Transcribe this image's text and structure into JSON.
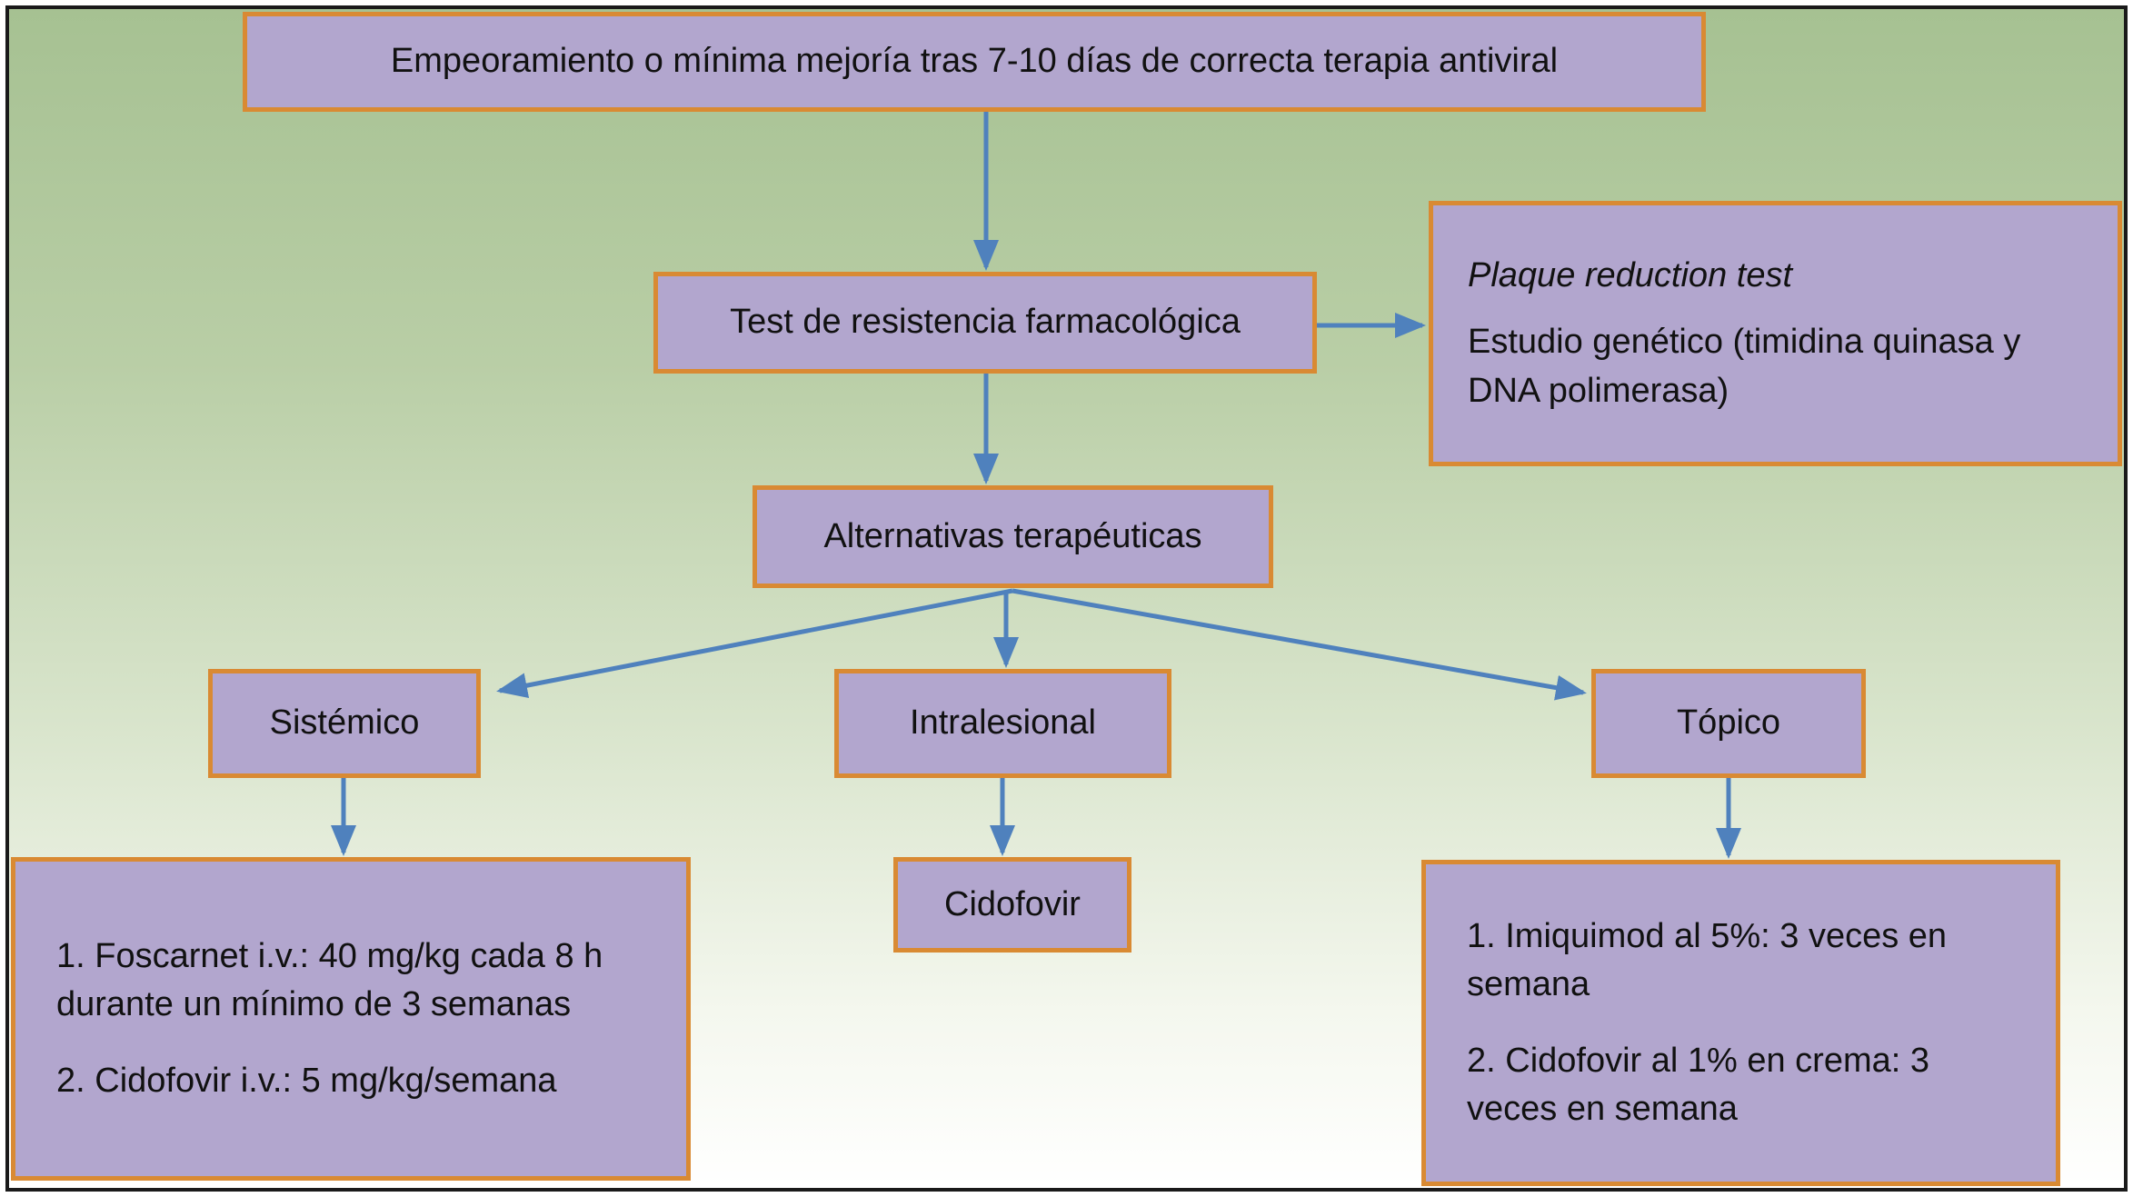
{
  "colors": {
    "box_fill": "#b2a6ce",
    "box_border": "#d98a33",
    "arrow": "#4f81bd",
    "frame_border": "#1a1a1a",
    "bg_top": "#a6c192",
    "bg_bottom": "#ffffff",
    "text": "#111111"
  },
  "nodes": {
    "worsening": "Empeoramiento o mínima mejoría tras 7-10 días de correcta terapia antiviral",
    "resistance_test": "Test de resistencia farmacológica",
    "genetic": {
      "line1": "Plaque reduction test",
      "line2": "Estudio genético (timidina quinasa y DNA polimerasa)"
    },
    "alternatives": "Alternativas terapéuticas",
    "systemic": "Sistémico",
    "intralesional": "Intralesional",
    "topical": "Tópico",
    "systemic_detail": {
      "item1": "1. Foscarnet i.v.: 40 mg/kg cada 8 h durante un mínimo de 3 semanas",
      "item2": "2. Cidofovir i.v.: 5 mg/kg/semana"
    },
    "intralesional_detail": "Cidofovir",
    "topical_detail": {
      "item1": "1.  Imiquimod al 5%: 3 veces en semana",
      "item2": "2. Cidofovir al 1% en crema: 3 veces en semana"
    }
  }
}
